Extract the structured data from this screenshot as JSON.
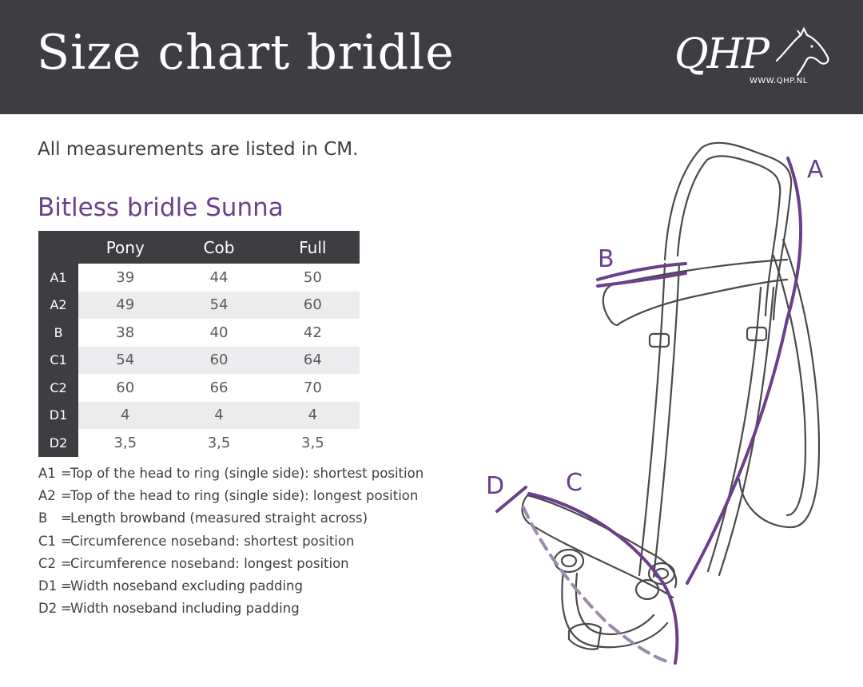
{
  "header": {
    "title": "Size chart bridle",
    "logo_text": "QHP",
    "logo_url": "WWW.QHP.NL"
  },
  "intro": "All measurements are listed in CM.",
  "product_title": "Bitless bridle Sunna",
  "table": {
    "columns": [
      "Pony",
      "Cob",
      "Full"
    ],
    "rows": [
      {
        "code": "A1",
        "values": [
          "39",
          "44",
          "50"
        ]
      },
      {
        "code": "A2",
        "values": [
          "49",
          "54",
          "60"
        ]
      },
      {
        "code": "B",
        "values": [
          "38",
          "40",
          "42"
        ]
      },
      {
        "code": "C1",
        "values": [
          "54",
          "60",
          "64"
        ]
      },
      {
        "code": "C2",
        "values": [
          "60",
          "66",
          "70"
        ]
      },
      {
        "code": "D1",
        "values": [
          "4",
          "4",
          "4"
        ]
      },
      {
        "code": "D2",
        "values": [
          "3,5",
          "3,5",
          "3,5"
        ]
      }
    ]
  },
  "legend": [
    {
      "code": "A1",
      "eq": "=",
      "desc": "Top of the head to ring (single side): shortest position"
    },
    {
      "code": "A2",
      "eq": "=",
      "desc": "Top of the head to ring (single side): longest position"
    },
    {
      "code": "B",
      "eq": "=",
      "desc": "Length browband (measured straight across)"
    },
    {
      "code": "C1",
      "eq": "=",
      "desc": "Circumference noseband: shortest position"
    },
    {
      "code": "C2",
      "eq": "=",
      "desc": "Circumference noseband: longest position"
    },
    {
      "code": "D1",
      "eq": "=",
      "desc": "Width noseband excluding padding"
    },
    {
      "code": "D2",
      "eq": "=",
      "desc": "Width noseband including padding"
    }
  ],
  "diagram": {
    "labels": {
      "a": "A",
      "b": "B",
      "c": "C",
      "d": "D"
    },
    "accent_color": "#6a3f8c",
    "line_color": "#4a4a4c"
  },
  "colors": {
    "header_bg": "#3e3d41",
    "accent": "#6a3f8c",
    "row_stripe": "#ececee"
  }
}
